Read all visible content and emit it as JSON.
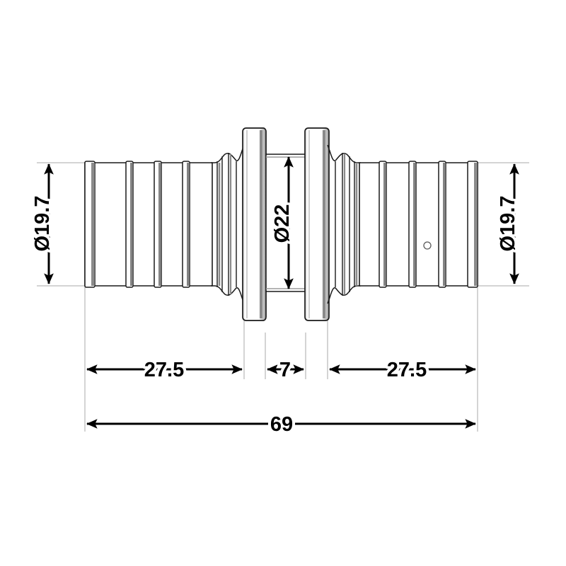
{
  "drawing": {
    "type": "engineering-orthographic-section",
    "subject": "straight coupling pipe fitting",
    "units": "mm",
    "background_color": "#ffffff",
    "line_color": "#000000",
    "shading_color": "#b3b3b3",
    "dimension_color": "#000000",
    "extension_line_color": "#aaaaaa"
  },
  "dimensions": {
    "left_diameter": {
      "label": "Ø19.7",
      "value": "19.7",
      "symbol": "Ø",
      "orientation": "vertical",
      "position": "left"
    },
    "center_diameter": {
      "label": "Ø22",
      "value": "22",
      "symbol": "Ø",
      "orientation": "vertical",
      "position": "center"
    },
    "right_diameter": {
      "label": "Ø19.7",
      "value": "19.7",
      "symbol": "Ø",
      "orientation": "vertical",
      "position": "right"
    },
    "left_length": {
      "label": "27.5",
      "value": "27.5",
      "orientation": "horizontal",
      "position": "lower-left"
    },
    "center_length": {
      "label": "7",
      "value": "7",
      "orientation": "horizontal",
      "position": "lower-center"
    },
    "right_length": {
      "label": "27.5",
      "value": "27.5",
      "orientation": "horizontal",
      "position": "lower-right"
    },
    "overall_length": {
      "label": "69",
      "value": "69",
      "orientation": "horizontal",
      "position": "bottom"
    }
  },
  "features": {
    "left_barbs_count": 5,
    "right_barbs_count": 5,
    "center_flanges_count": 2,
    "pin_hole": {
      "name": "pin-hole",
      "visible": true
    }
  }
}
